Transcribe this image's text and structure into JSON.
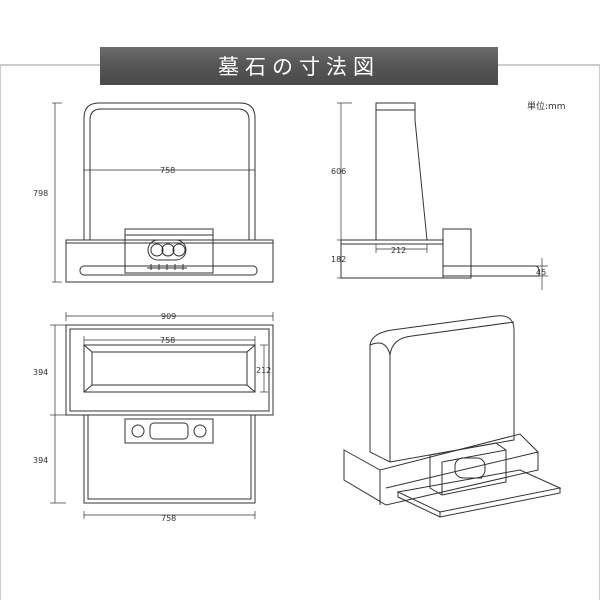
{
  "title": "墓石の寸法図",
  "unit": "単位:mm",
  "front_view": {
    "height_total": "798",
    "inner_width": "758"
  },
  "side_view": {
    "upper_height": "606",
    "lower_height": "182",
    "stone_width": "212",
    "step_height": "45"
  },
  "top_view": {
    "outer_width": "909",
    "inner_width": "758",
    "front_depth": "394",
    "inner_depth": "212",
    "rear_depth": "394",
    "rear_width": "758"
  }
}
